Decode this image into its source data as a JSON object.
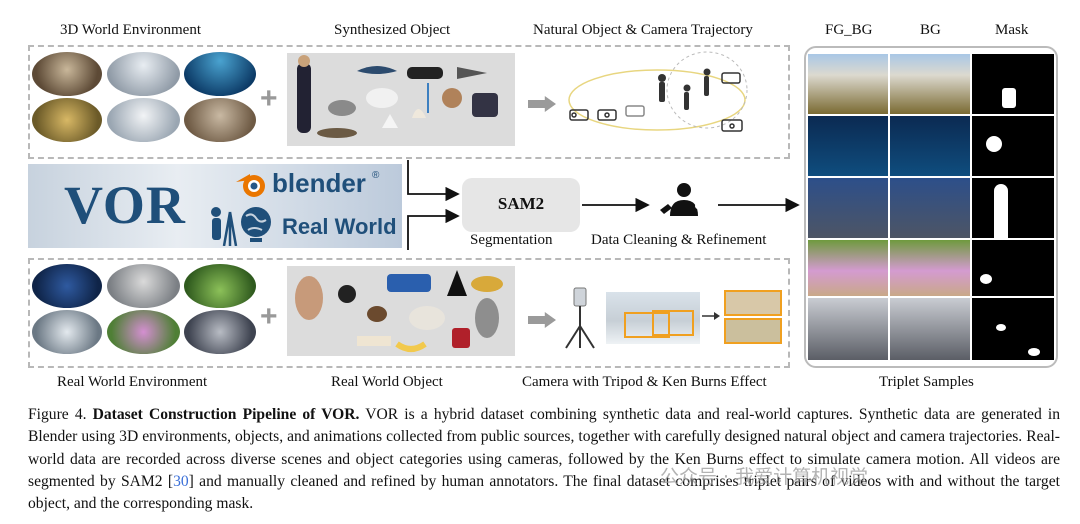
{
  "labels": {
    "env_3d": "3D World Environment",
    "synth_obj": "Synthesized Object",
    "natural_traj": "Natural Object & Camera Trajectory",
    "real_env": "Real World Environment",
    "real_obj": "Real World Object",
    "ken_burns": "Camera with Tripod & Ken Burns Effect",
    "sam2": "SAM2",
    "segmentation": "Segmentation",
    "cleaning": "Data Cleaning & Refinement",
    "triplet": "Triplet Samples",
    "col_fgbg": "FG_BG",
    "col_bg": "BG",
    "col_mask": "Mask"
  },
  "logo": {
    "vor": "VOR",
    "blender": "blender",
    "registered": "®",
    "real_world": "Real World"
  },
  "caption": {
    "fig_label": "Figure 4.",
    "title": "Dataset Construction Pipeline of VOR.",
    "part1": " VOR is a hybrid dataset combining synthetic data and real-world captures. Synthetic data are generated in Blender using 3D environments, objects, and animations collected from public sources, together with carefully designed natural object and camera trajectories. Real-world data are recorded across diverse scenes and object categories using cameras, followed by the Ken Burns effect to simulate camera motion. All videos are segmented by SAM2 [",
    "ref": "30",
    "part2": "] and manually cleaned and refined by human annotators. The final dataset comprises triplet pairs of videos with and without the target object, and the corresponding mask."
  },
  "watermark": {
    "text": "公众号 · 我爱计算机视觉"
  },
  "colors": {
    "vor_blue": "#1f4f7a",
    "blender_orange": "#ea7600",
    "ref_blue": "#3a6fd8",
    "ken_burns_frame": "#f0a020"
  }
}
